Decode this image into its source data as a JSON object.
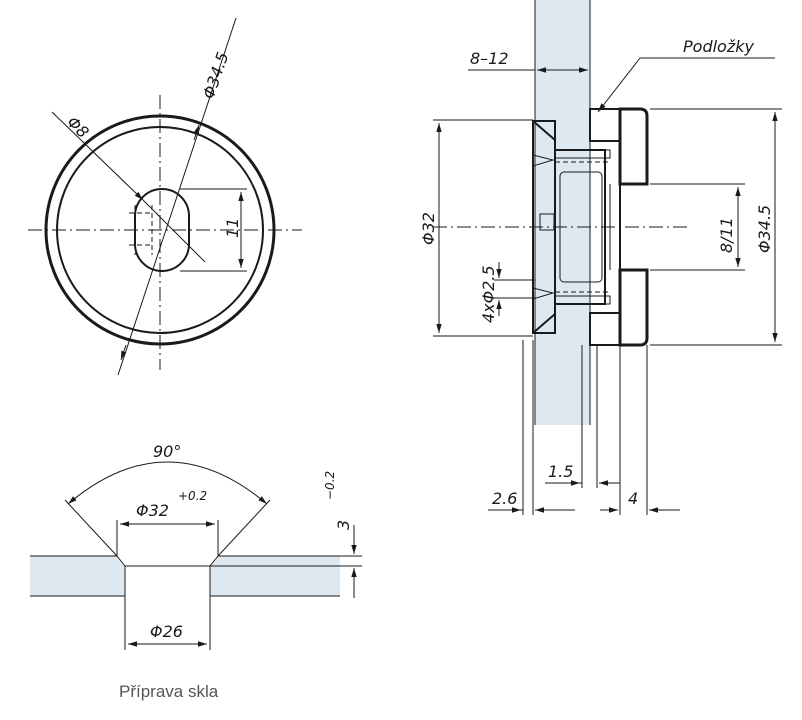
{
  "colors": {
    "glass": "#dde8f0",
    "line": "#1a1a1a",
    "caption": "#555555",
    "hatch": "#1a1a1a"
  },
  "front_view": {
    "dim_outer_diameter": "Φ34.5",
    "dim_hole_diameter": "Φ8",
    "dim_slot_length": "11"
  },
  "section_view": {
    "label_washers": "Podložky",
    "dim_glass_thickness": "8–12",
    "dim_countersink_diameter": "Φ32",
    "dim_screw_holes": "4xΦ2.5",
    "dim_bore": "8/11",
    "dim_outer_diameter": "Φ34.5",
    "dim_washer": "1.5",
    "dim_flange": "2.6",
    "dim_cap": "4"
  },
  "glass_prep": {
    "dim_angle": "90°",
    "dim_countersink": "Φ32",
    "dim_countersink_tol": "+0.2",
    "dim_depth": "3",
    "dim_depth_tol": "−0.2",
    "dim_hole": "Φ26",
    "caption": "Příprava skla"
  }
}
